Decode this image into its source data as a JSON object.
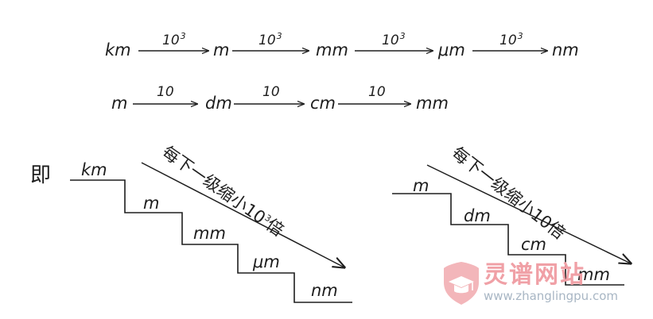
{
  "row1": {
    "units": [
      "km",
      "m",
      "mm",
      "μm",
      "nm"
    ],
    "factor_base": "10",
    "factor_exp": "3"
  },
  "row2": {
    "units": [
      "m",
      "dm",
      "cm",
      "mm"
    ],
    "factor": "10"
  },
  "prefix": "即",
  "stair_left": {
    "steps": [
      "km",
      "m",
      "mm",
      "μm",
      "nm"
    ],
    "caption_main": "每下一级缩小10",
    "caption_exp": "3",
    "caption_end": "倍"
  },
  "stair_right": {
    "steps": [
      "m",
      "dm",
      "cm",
      "mm"
    ],
    "caption": "每下一级缩小10倍"
  },
  "watermark": {
    "brand": "灵谱网站",
    "url": "www.zhanglingpu.com",
    "logo": "graduation-cap-icon",
    "brand_color": "#f0a0a6"
  }
}
